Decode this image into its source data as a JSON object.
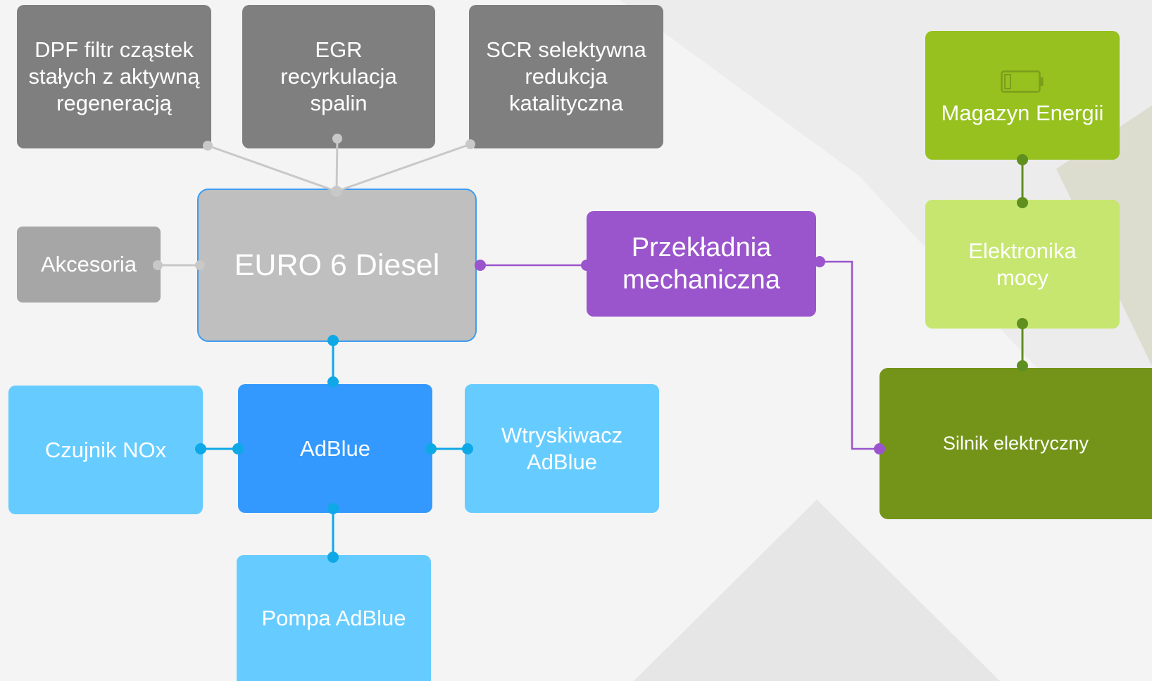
{
  "colors": {
    "gray_dark": "#7f7f7f",
    "gray_mid": "#a6a6a6",
    "gray_light": "#bfbfbf",
    "blue_border": "#3d9cf0",
    "purple": "#9a55cc",
    "blue": "#3399ff",
    "blue_light": "#66ccff",
    "green_light": "#c7e670",
    "green": "#96c11f",
    "green_dark": "#739419",
    "connector_gray": "#c8c8c8",
    "connector_blue": "#0fa8e6",
    "connector_purple": "#9a55cc",
    "connector_green": "#5f8f1e"
  },
  "diagram": {
    "nodes": {
      "dpf": "DPF filtr cząstek stałych z aktywną regeneracją",
      "egr": "EGR\nrecyrkulacja\nspalin",
      "scr": "SCR selektywna\nredukcja\nkatalityczna",
      "akcesoria": "Akcesoria",
      "euro6": "EURO 6 Diesel",
      "przekladnia": "Przekładnia\nmechaniczna",
      "adblue": "AdBlue",
      "czujnik_nox": "Czujnik NOx",
      "wtryskiwacz": "Wtryskiwacz\nAdBlue",
      "pompa": "Pompa AdBlue",
      "magazyn": "Magazyn Energii",
      "elektronika": "Elektronika\nmocy",
      "silnik": "Silnik elektryczny"
    },
    "icons": {
      "battery": "battery-icon"
    }
  }
}
